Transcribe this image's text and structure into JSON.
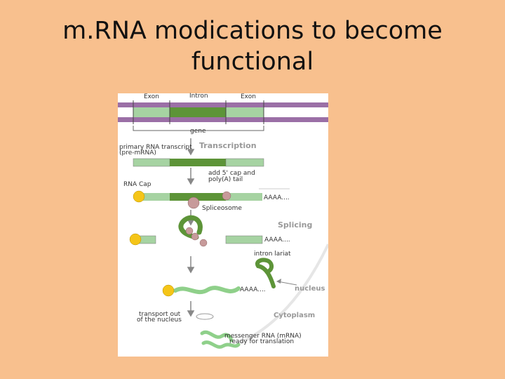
{
  "slide": {
    "title_line1": "m.RNA modications to become",
    "title_line2": "functional"
  },
  "diagram": {
    "labels": {
      "exon_left": "Exon",
      "intron": "Intron",
      "exon_right": "Exon",
      "gene": "gene",
      "primary_transcript_1": "primary RNA transcript",
      "primary_transcript_2": "(pre-mRNA)",
      "transcription": "Transcription",
      "add_cap_1": "add 5' cap and",
      "add_cap_2": "poly(A) tail",
      "rna_cap": "RNA Cap",
      "poly_a_1": "AAAA....",
      "spliceosome": "Spliceosome",
      "splicing": "Splicing",
      "poly_a_2": "AAAA....",
      "intron_lariat": "intron lariat",
      "poly_a_3": "AAAA....",
      "nucleus": "nucleus",
      "transport_1": "transport out",
      "transport_2": "of the nucleus",
      "cytoplasm": "Cytoplasm",
      "mrna_1": "messenger RNA (mRNA)",
      "mrna_2": "ready for translation"
    },
    "colors": {
      "dna_strand": "#9b6fa6",
      "exon": "#a6d3a2",
      "intron": "#5d9438",
      "cap": "#f5c518",
      "spliceosome": "#c79a9a",
      "mrna": "#8fd08a",
      "panel": "#ffffff",
      "background": "#f8c08e"
    }
  }
}
